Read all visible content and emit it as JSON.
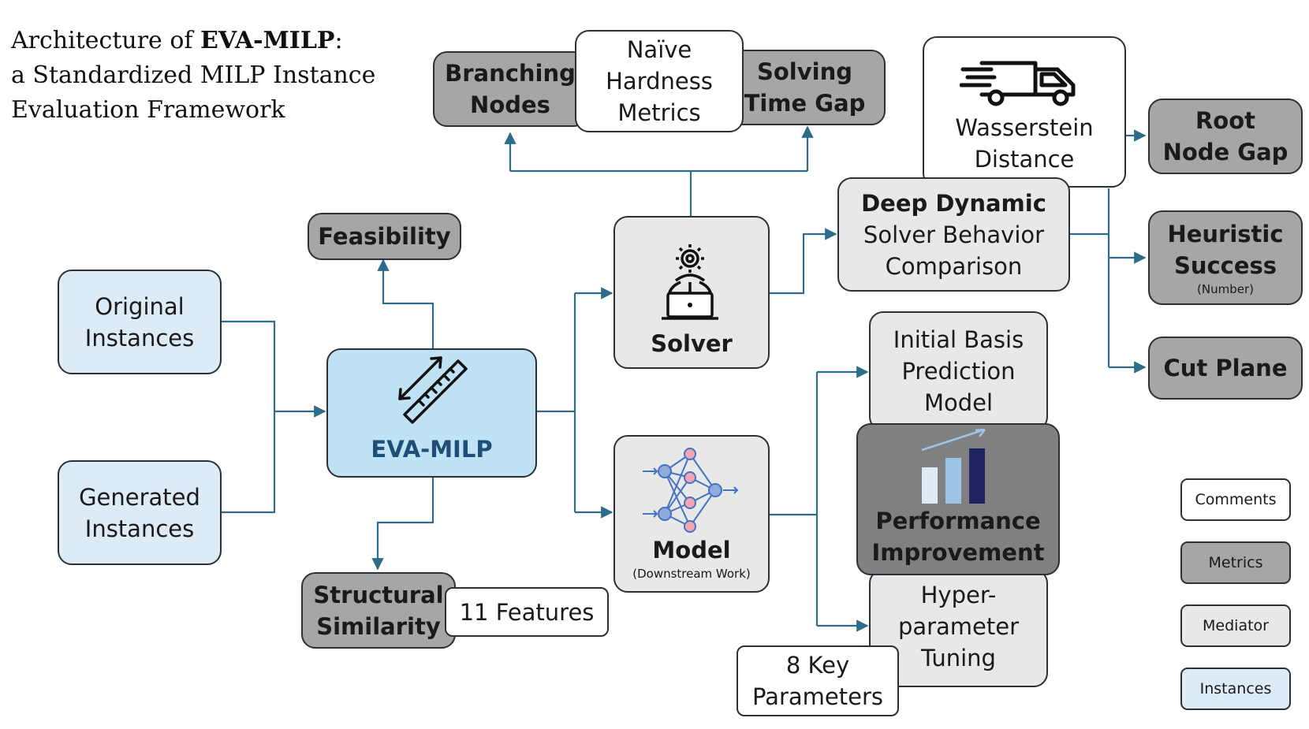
{
  "title": {
    "line1_prefix": "Architecture of ",
    "line1_bold": "EVA-MILP",
    "line1_suffix": ":",
    "line2": "a Standardized MILP Instance",
    "line3": "Evaluation Framework"
  },
  "nodes": {
    "branching_nodes": {
      "line1": "Branching",
      "line2": "Nodes"
    },
    "naive_hardness": {
      "line1": "Naïve",
      "line2": "Hardness",
      "line3": "Metrics"
    },
    "solving_time_gap": {
      "line1": "Solving",
      "line2": "Time Gap"
    },
    "wasserstein": {
      "line1": "Wasserstein",
      "line2": "Distance"
    },
    "root_node_gap": {
      "line1": "Root",
      "line2": "Node Gap"
    },
    "feasibility": {
      "label": "Feasibility"
    },
    "deep_dynamic": {
      "line1": "Deep Dynamic",
      "line2": "Solver Behavior",
      "line3": "Comparison"
    },
    "heuristic_success": {
      "line1": "Heuristic",
      "line2": "Success",
      "note": "(Number)"
    },
    "original_instances": {
      "line1": "Original",
      "line2": "Instances"
    },
    "solver": {
      "label": "Solver"
    },
    "cut_plane": {
      "label": "Cut Plane"
    },
    "initial_basis": {
      "line1": "Initial Basis",
      "line2": "Prediction",
      "line3": "Model"
    },
    "eva_milp": {
      "label": "EVA-MILP"
    },
    "performance": {
      "line1": "Performance",
      "line2": "Improvement"
    },
    "generated_instances": {
      "line1": "Generated",
      "line2": "Instances"
    },
    "model": {
      "label": "Model",
      "note": "(Downstream Work)"
    },
    "structural_similarity": {
      "line1": "Structural",
      "line2": "Similarity"
    },
    "features": {
      "label": "11 Features"
    },
    "hyperparameter": {
      "line1": "Hyper-",
      "line2": "parameter",
      "line3": "Tuning"
    },
    "key_params": {
      "line1": "8 Key",
      "line2": "Parameters"
    }
  },
  "legend": {
    "comments": "Comments",
    "metrics": "Metrics",
    "mediator": "Mediator",
    "instances": "Instances"
  },
  "colors": {
    "metrics": "#a6a6a6",
    "mediator": "#e8e8e8",
    "comments": "#ffffff",
    "instances": "#ddebf7",
    "eva_milp": "#bfe2f5",
    "performance": "#808080",
    "connector": "#2e6c8c",
    "eva_text": "#1f4e79"
  },
  "icons": {
    "eva_milp": "ruler-icon",
    "solver": "person-laptop-gear-icon",
    "wasserstein": "delivery-truck-icon",
    "model": "neural-network-icon",
    "performance": "bar-chart-growth-icon"
  }
}
